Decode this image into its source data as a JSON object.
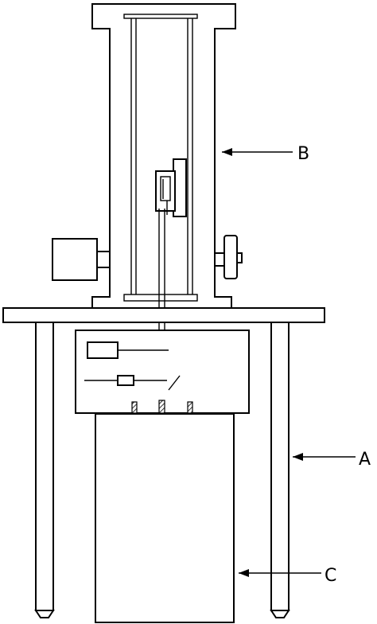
{
  "callouts": {
    "a": {
      "label": "A"
    },
    "b": {
      "label": "B"
    },
    "c": {
      "label": "C"
    }
  },
  "colors": {
    "line": "#000000",
    "background": "#ffffff"
  }
}
